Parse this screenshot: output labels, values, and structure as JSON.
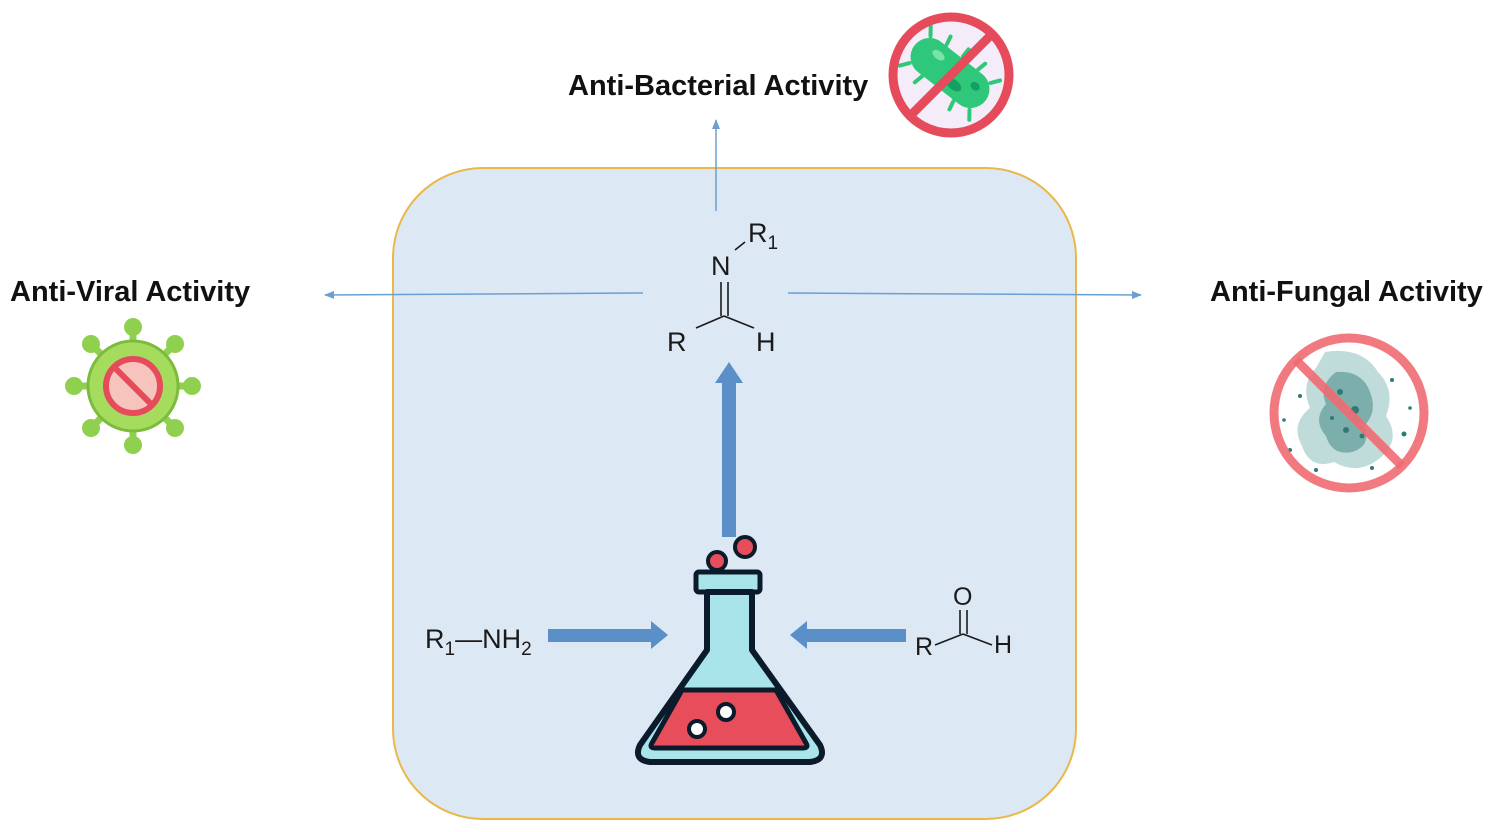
{
  "activities": {
    "antibacterial": "Anti-Bacterial Activity",
    "antiviral": "Anti-Viral Activity",
    "antifungal": "Anti-Fungal Activity"
  },
  "structures": {
    "schiff_base": {
      "substituent": "R",
      "substituent_index": "1",
      "nitrogen": "N",
      "r_group": "R",
      "hydrogen": "H"
    },
    "amine": {
      "r": "R",
      "r_index": "1",
      "dash": "—",
      "nh": "NH",
      "nh_index": "2"
    },
    "aldehyde": {
      "oxygen": "O",
      "r_group": "R",
      "hydrogen": "H"
    }
  },
  "icons": {
    "antibacterial": "bacteria-prohibited-icon",
    "antiviral": "virus-prohibited-icon",
    "antifungal": "fungus-prohibited-icon",
    "flask": "reaction-flask-icon"
  },
  "colors": {
    "panel_fill": "#dde8f5",
    "panel_border": "#e8b84a",
    "arrow": "#6b9fd1",
    "prohibit": "#e64b5c",
    "liquid": "#e84d5b",
    "flask_glass": "#a8e4ea",
    "virus": "#8fd14f",
    "bacteria": "#2fc87a"
  }
}
